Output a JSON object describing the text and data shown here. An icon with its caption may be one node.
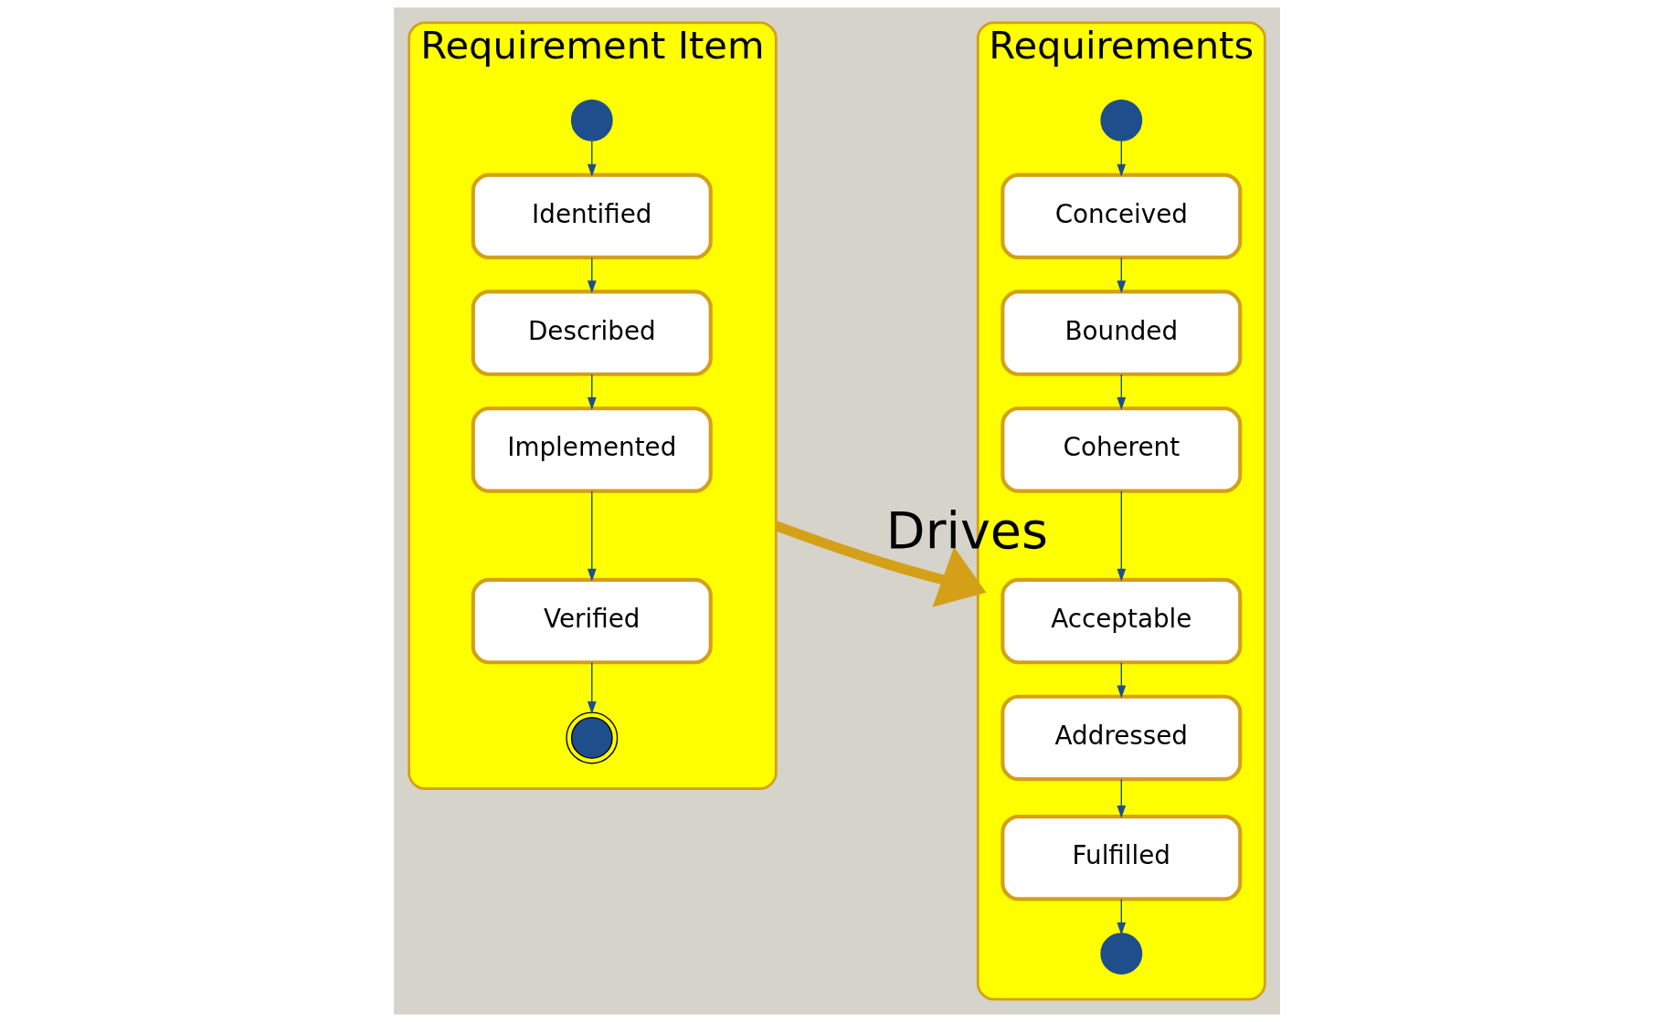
{
  "diagram": {
    "nodes": [
      {
        "text": [
          "Requirement Item"
        ]
      },
      {
        "text": [],
        "shape": "circle",
        "in": 0
      },
      {
        "text": [
          "Identified"
        ],
        "in": 0
      },
      {
        "text": [
          "Described"
        ],
        "in": 0
      },
      {
        "text": [
          "Implemented"
        ],
        "in": 0
      },
      {
        "text": [
          "Verified"
        ],
        "in": 0
      },
      {
        "text": [],
        "shape": "bullseye",
        "in": 0
      },
      {
        "text": [
          "Requirements"
        ]
      },
      {
        "text": [],
        "shape": "circle",
        "in": 7
      },
      {
        "text": [
          "Conceived"
        ],
        "in": 7
      },
      {
        "text": [
          "Bounded"
        ],
        "in": 7
      },
      {
        "text": [
          "Coherent"
        ],
        "in": 7
      },
      {
        "text": [
          "Acceptable"
        ],
        "in": 7
      },
      {
        "text": [
          "Addressed"
        ],
        "in": 7
      },
      {
        "text": [
          "Fulfilled"
        ],
        "in": 7
      },
      {
        "text": [],
        "shape": "circle",
        "in": 7
      }
    ],
    "edges": [
      {
        "from": 1,
        "to": 2,
        "arrow": "to"
      },
      {
        "from": 2,
        "to": 3,
        "arrow": "to"
      },
      {
        "from": 3,
        "to": 4,
        "arrow": "to"
      },
      {
        "from": 4,
        "to": 5,
        "arrow": "to"
      },
      {
        "from": 5,
        "to": 6,
        "arrow": "to"
      },
      {
        "from": 0,
        "to": 7,
        "arrow": "to",
        "label": "Drives",
        "style": "thick",
        "color": "#d4a017"
      },
      {
        "from": 8,
        "to": 9,
        "arrow": "to"
      },
      {
        "from": 9,
        "to": 10,
        "arrow": "to"
      },
      {
        "from": 10,
        "to": 11,
        "arrow": "to"
      },
      {
        "from": 11,
        "to": 12,
        "arrow": "to"
      },
      {
        "from": 12,
        "to": 13,
        "arrow": "to"
      },
      {
        "from": 13,
        "to": 14,
        "arrow": "to"
      },
      {
        "from": 14,
        "to": 15,
        "arrow": "to"
      }
    ]
  }
}
